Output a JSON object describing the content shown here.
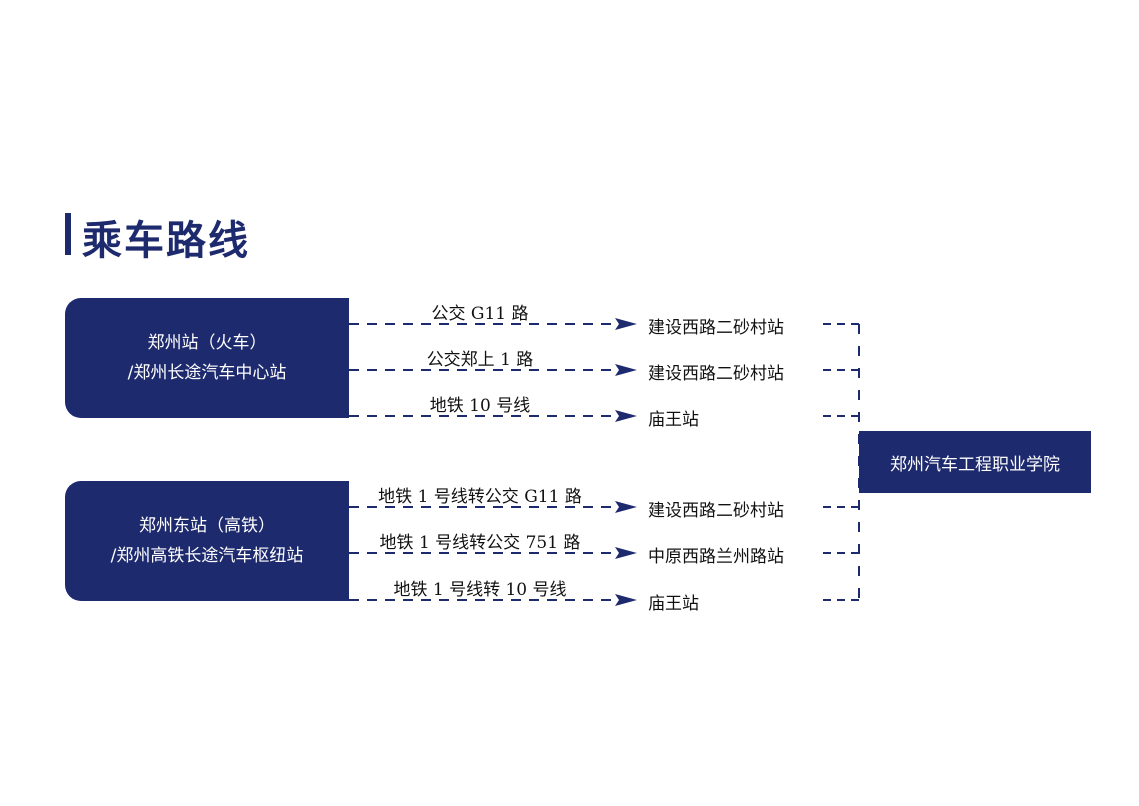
{
  "title": "乘车路线",
  "origins": [
    {
      "line1": "郑州站（火车）",
      "line2": "/郑州长途汽车中心站"
    },
    {
      "line1": "郑州东站（高铁）",
      "line2": "/郑州高铁长途汽车枢纽站"
    }
  ],
  "routes": [
    {
      "label": "公交 G11 路",
      "station": "建设西路二砂村站"
    },
    {
      "label": "公交郑上 1 路",
      "station": "建设西路二砂村站"
    },
    {
      "label": "地铁 10 号线",
      "station": "庙王站"
    },
    {
      "label": "地铁 1 号线转公交 G11 路",
      "station": "建设西路二砂村站"
    },
    {
      "label": "地铁 1 号线转公交 751 路",
      "station": "中原西路兰州路站"
    },
    {
      "label": "地铁 1 号线转 10 号线",
      "station": "庙王站"
    }
  ],
  "destination": "郑州汽车工程职业学院",
  "colors": {
    "primary": "#1e2a6e"
  }
}
